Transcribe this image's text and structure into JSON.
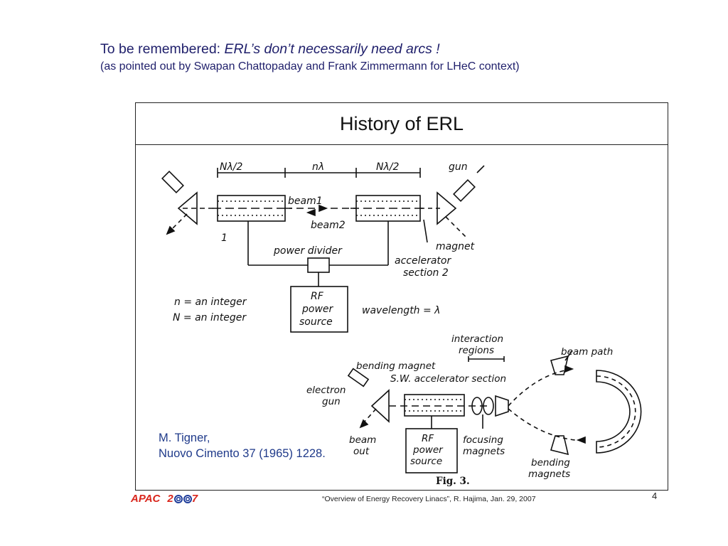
{
  "slide": {
    "heading_prefix": "To be remembered: ",
    "heading_emphasis": "ERL’s don’t necessarily need arcs !",
    "subheading": "(as pointed out by Swapan Chattopaday and Frank Zimmermann for LHeC context)",
    "page_number": "4"
  },
  "figure": {
    "title": "History of ERL",
    "diagram1": {
      "dim_left": "Nλ/2",
      "dim_mid": "nλ",
      "dim_right": "Nλ/2",
      "gun": "gun",
      "beam1": "beam1",
      "beam2": "beam2",
      "section1_num": "1",
      "magnet": "magnet",
      "power_divider": "power divider",
      "accelerator_line1": "accelerator",
      "accelerator_line2": "section 2",
      "n_def": "n = an  integer",
      "N_def": "N = an  integer",
      "rf_line1": "RF",
      "rf_line2": "power",
      "rf_line3": "source",
      "wavelength": "wavelength = λ"
    },
    "diagram2": {
      "interaction_line1": "interaction",
      "interaction_line2": "regions",
      "beam_path": "beam path",
      "bending_magnet": "bending  magnet",
      "sw_section": "S.W. accelerator section",
      "electron_line1": "electron",
      "electron_line2": "gun",
      "beam_out_line1": "beam",
      "beam_out_line2": "out",
      "rf_line1": "RF",
      "rf_line2": "power",
      "rf_line3": "source",
      "focusing_line1": "focusing",
      "focusing_line2": "magnets",
      "bending_line1": "bending",
      "bending_line2": "magnets",
      "fig_label": "Fig. 3."
    },
    "citation_line1": "M. Tigner,",
    "citation_line2": "Nuovo Cimento 37 (1965) 1228."
  },
  "footer": {
    "logo_text": "APAC",
    "logo_year_prefix": "2",
    "logo_year_suffix": "7",
    "credit": "“Overview of Energy Recovery Linacs”, R. Hajima, Jan. 29, 2007"
  },
  "colors": {
    "heading": "#1f1f6b",
    "citation": "#1f3a8a",
    "logo_red": "#d9261c",
    "logo_blue": "#1e3c9a"
  }
}
